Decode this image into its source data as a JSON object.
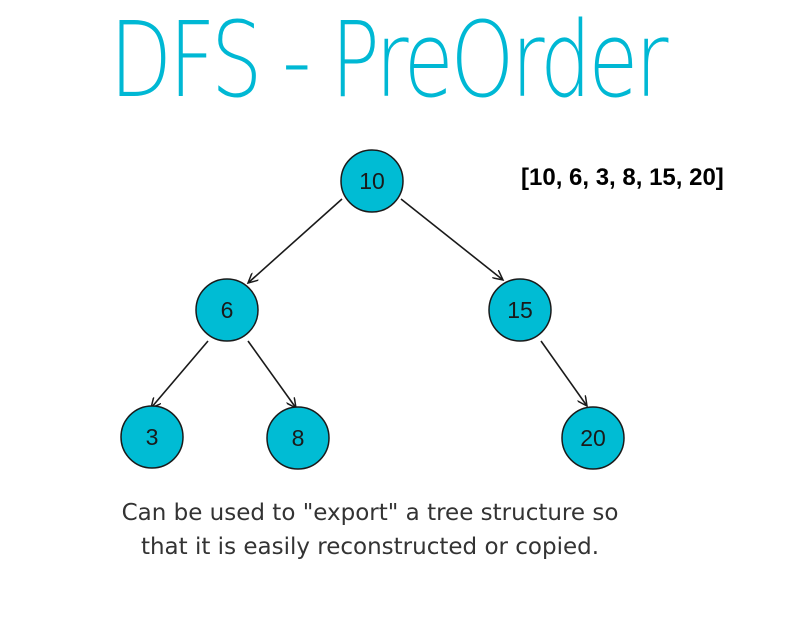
{
  "title": "DFS - PreOrder",
  "order_result": "[10, 6, 3, 8, 15, 20]",
  "caption": {
    "line1": "Can be used to \"export\" a tree structure so",
    "line2": "that it is easily reconstructed or copied."
  },
  "colors": {
    "accent": "#00B8D4",
    "node_fill": "#00BCD4",
    "node_stroke": "#1a1a1a",
    "edge": "#1a1a1a",
    "text": "#333333"
  },
  "tree": {
    "nodes": [
      {
        "id": "n10",
        "label": "10"
      },
      {
        "id": "n6",
        "label": "6"
      },
      {
        "id": "n15",
        "label": "15"
      },
      {
        "id": "n3",
        "label": "3"
      },
      {
        "id": "n8",
        "label": "8"
      },
      {
        "id": "n20",
        "label": "20"
      }
    ],
    "edges": [
      {
        "from": "10",
        "to": "6"
      },
      {
        "from": "10",
        "to": "15"
      },
      {
        "from": "6",
        "to": "3"
      },
      {
        "from": "6",
        "to": "8"
      },
      {
        "from": "15",
        "to": "20"
      }
    ]
  }
}
